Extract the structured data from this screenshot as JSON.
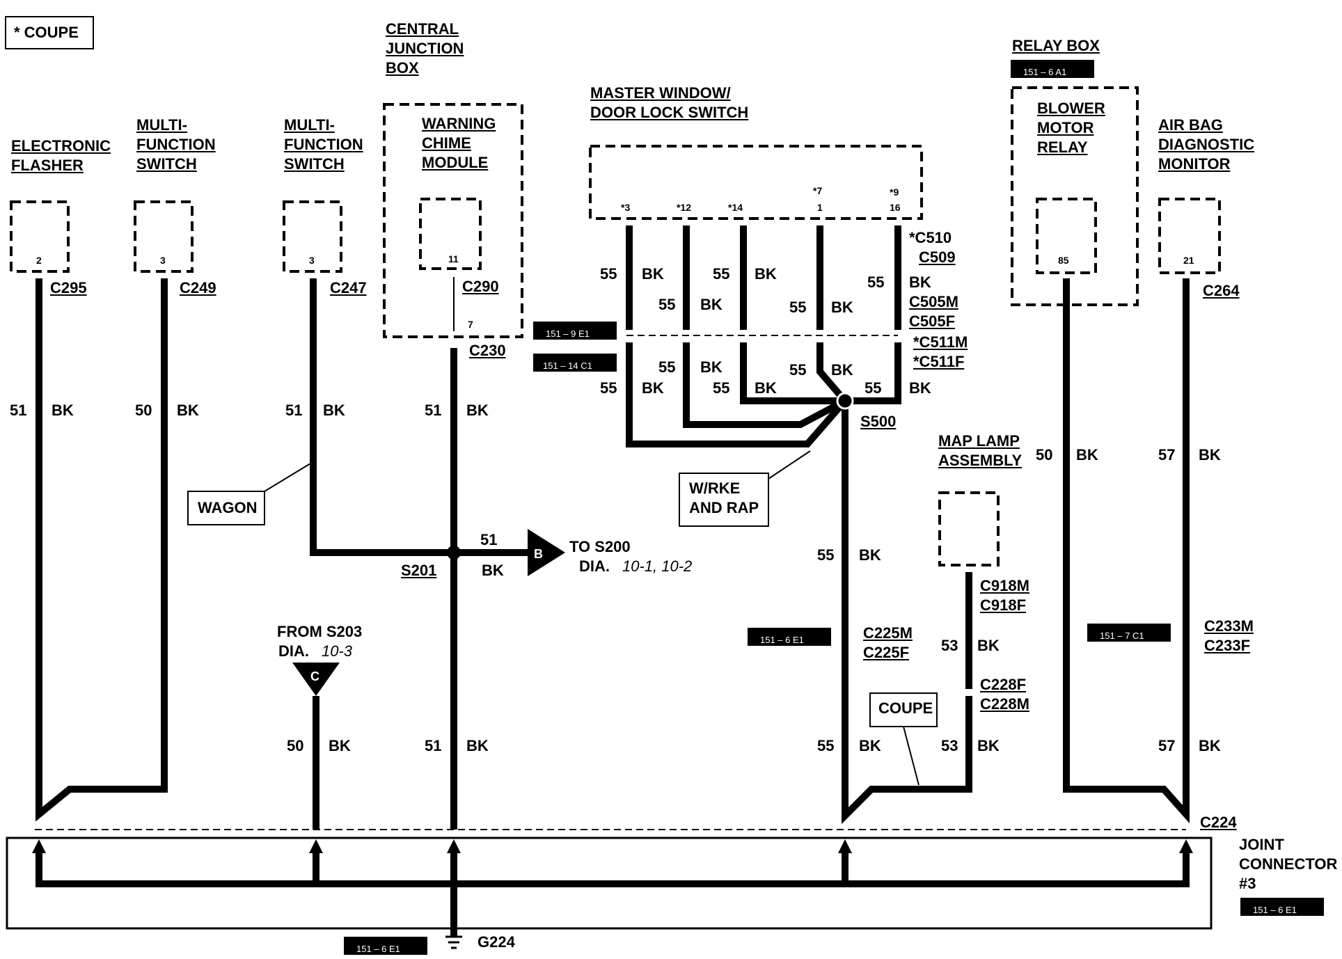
{
  "legend": {
    "text": "* COUPE"
  },
  "components": {
    "electronic_flasher": {
      "name": "ELECTRONIC\nFLASHER",
      "pin": "2",
      "connector": "C295",
      "circuit": "51",
      "color": "BK"
    },
    "mfs1": {
      "name": "MULTI-\nFUNCTION\nSWITCH",
      "pin": "3",
      "connector": "C249",
      "circuit": "50",
      "color": "BK"
    },
    "mfs2": {
      "name": "MULTI-\nFUNCTION\nSWITCH",
      "pin": "3",
      "connector": "C247",
      "circuit": "51",
      "color": "BK"
    },
    "cjb": {
      "title": "CENTRAL\nJUNCTION\nBOX",
      "module": "WARNING\nCHIME\nMODULE",
      "pin": "11",
      "connector": "C290",
      "pin2": "7",
      "connector2": "C230",
      "circuit": "51",
      "color": "BK"
    },
    "mwdls": {
      "title": "MASTER WINDOW/\nDOOR LOCK SWITCH",
      "pins": [
        "*3",
        "*12",
        "*14",
        "*7",
        "1",
        "*9",
        "16"
      ],
      "conn_a": [
        "*C510",
        "C509"
      ],
      "conn_b": [
        "C505M",
        "C505F"
      ],
      "conn_c": [
        "*C511M",
        "*C511F"
      ],
      "splice": "S500",
      "circuit": "55",
      "color": "BK",
      "note": "W/RKE\nAND RAP"
    },
    "relay_box": {
      "title": "RELAY BOX",
      "ref": "151 – 6 A1",
      "relay": "BLOWER\nMOTOR\nRELAY",
      "pin": "85",
      "circuit": "50",
      "color": "BK"
    },
    "airbag": {
      "name": "AIR BAG\nDIAGNOSTIC\nMONITOR",
      "pin": "21",
      "connector": "C264",
      "circuit": "57",
      "color": "BK",
      "conn2": [
        "C233M",
        "C233F"
      ],
      "ref": "151 – 7 C1"
    },
    "map_lamp": {
      "name": "MAP LAMP\nASSEMBLY",
      "conn1": [
        "C918M",
        "C918F"
      ],
      "conn2": [
        "C228F",
        "C228M"
      ],
      "circuit": "53",
      "color": "BK"
    },
    "wagon": {
      "text": "WAGON"
    },
    "coupe_note": {
      "text": "COUPE"
    },
    "s201": {
      "splice": "S201",
      "circuit": "51",
      "color": "BK",
      "to": "TO S200",
      "dia": "DIA.",
      "dia_ref": "10-1, 10-2",
      "badge": "B"
    },
    "s203": {
      "from": "FROM S203",
      "dia": "DIA.",
      "dia_ref": "10-3",
      "badge": "C",
      "circuit": "50",
      "color": "BK"
    },
    "c225": {
      "conn": [
        "C225M",
        "C225F"
      ],
      "ref": "151 – 6 E1"
    },
    "refs": {
      "r1": "151 – 9 E1",
      "r2": "151 – 14 C1"
    },
    "joint": {
      "connector": "C224",
      "name": "JOINT\nCONNECTOR\n#3",
      "ref": "151 – 6 E1"
    },
    "ground": {
      "name": "G224",
      "ref": "151 – 6 E1"
    }
  }
}
